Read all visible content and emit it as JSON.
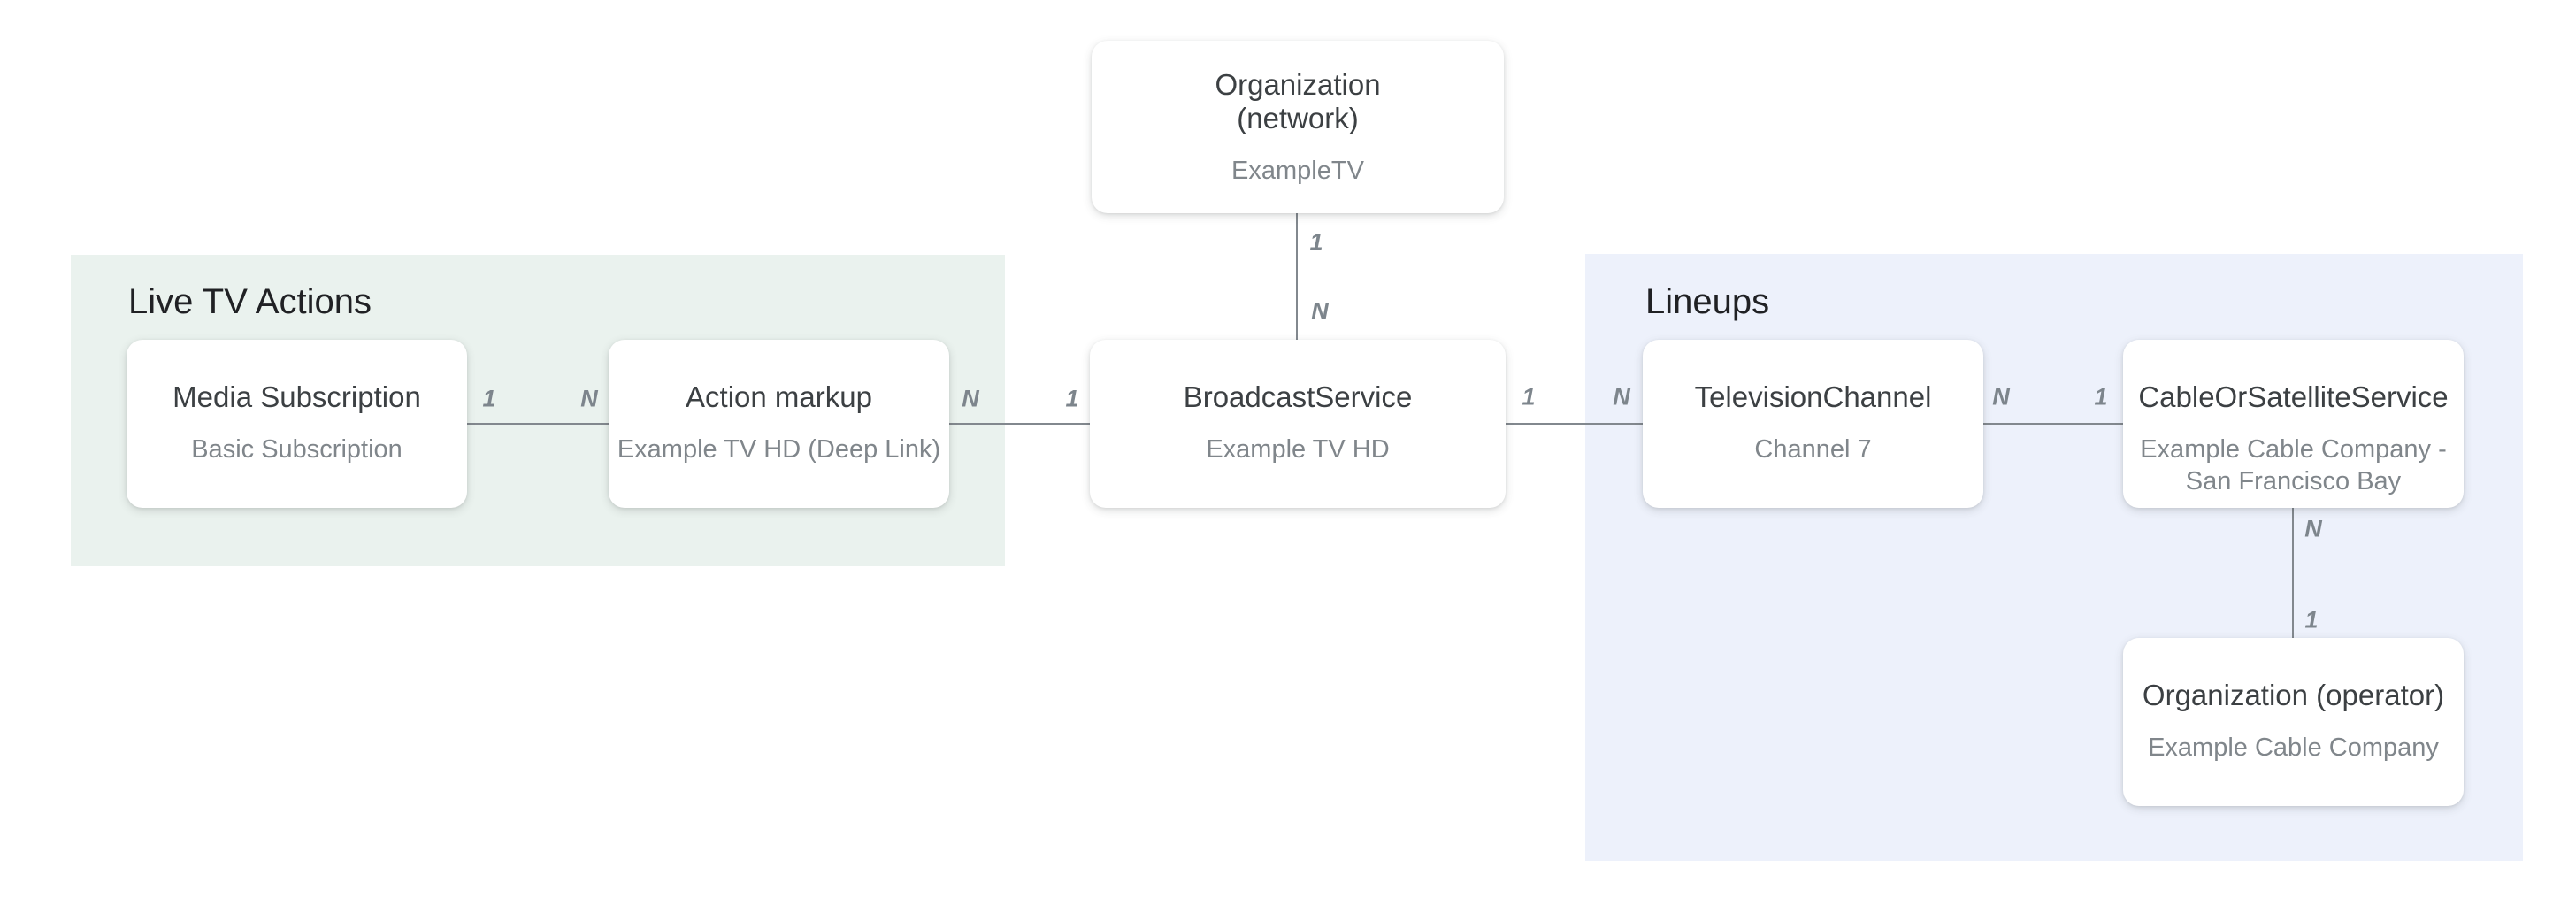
{
  "colors": {
    "canvas_bg": "#ffffff",
    "node_bg": "#ffffff",
    "region_green_bg": "#eaf2ee",
    "region_blue_bg": "#edf1fb",
    "line_color": "#82888e",
    "node_title_color": "#3c4043",
    "node_subtitle_color": "#80868b",
    "cardinality_color": "#7d858c",
    "section_label_color": "#202124"
  },
  "regions": [
    {
      "label": "Live TV Actions"
    },
    {
      "label": "Lineups"
    }
  ],
  "nodes": [
    {
      "title": "Organization\n(network)",
      "subtitle": "ExampleTV"
    },
    {
      "title": "Media Subscription",
      "subtitle": "Basic Subscription"
    },
    {
      "title": "Action markup",
      "subtitle": "Example TV HD (Deep Link)"
    },
    {
      "title": "BroadcastService",
      "subtitle": "Example TV HD"
    },
    {
      "title": "TelevisionChannel",
      "subtitle": "Channel 7"
    },
    {
      "title": "CableOrSatelliteService",
      "subtitle": "Example Cable Company -\nSan Francisco Bay"
    },
    {
      "title": "Organization (operator)",
      "subtitle": "Example Cable Company"
    }
  ],
  "edges": [
    {
      "from": "media-subscription",
      "to": "action-markup",
      "start_label": "1",
      "end_label": "N"
    },
    {
      "from": "action-markup",
      "to": "broadcast-service",
      "start_label": "N",
      "end_label": "1"
    },
    {
      "from": "organization-network",
      "to": "broadcast-service",
      "start_label": "1",
      "end_label": "N"
    },
    {
      "from": "broadcast-service",
      "to": "television-channel",
      "start_label": "1",
      "end_label": "N"
    },
    {
      "from": "television-channel",
      "to": "cable-or-satellite-service",
      "start_label": "N",
      "end_label": "1"
    },
    {
      "from": "cable-or-satellite-service",
      "to": "organization-operator",
      "start_label": "N",
      "end_label": "1"
    }
  ]
}
